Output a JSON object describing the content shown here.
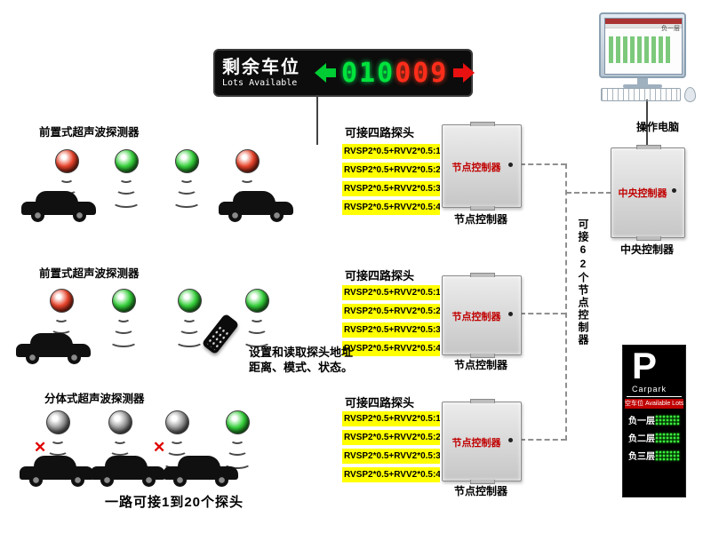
{
  "display": {
    "title": "剩余车位",
    "subtitle": "Lots Available",
    "digits_green": "010",
    "digits_red": "009"
  },
  "computer": {
    "caption": "操作电脑",
    "screen_note": "负一层"
  },
  "central_controller": {
    "label": "中央控制器"
  },
  "node_controller": {
    "label": "节点控制器"
  },
  "probe_groups": [
    {
      "header": "可接四路探头",
      "rows": [
        "RVSP2*0.5+RVV2*0.5:1",
        "RVSP2*0.5+RVV2*0.5:2",
        "RVSP2*0.5+RVV2*0.5:3",
        "RVSP2*0.5+RVV2*0.5:4"
      ]
    },
    {
      "header": "可接四路探头",
      "rows": [
        "RVSP2*0.5+RVV2*0.5:1",
        "RVSP2*0.5+RVV2*0.5:2",
        "RVSP2*0.5+RVV2*0.5:3",
        "RVSP2*0.5+RVV2*0.5:4"
      ]
    },
    {
      "header": "可接四路探头",
      "rows": [
        "RVSP2*0.5+RVV2*0.5:1",
        "RVSP2*0.5+RVV2*0.5:2",
        "RVSP2*0.5+RVV2*0.5:3",
        "RVSP2*0.5+RVV2*0.5:4"
      ]
    }
  ],
  "detector_rows": [
    {
      "label": "前置式超声波探测器",
      "sensor_states": [
        "red",
        "green",
        "green",
        "red"
      ]
    },
    {
      "label": "前置式超声波探测器",
      "sensor_states": [
        "red",
        "green",
        "green",
        "green"
      ],
      "note_line1": "设置和读取探头地址",
      "note_line2": "距离、模式、状态。"
    },
    {
      "label": "分体式超声波探测器",
      "sensor_states": [
        "gray+x",
        "gray",
        "gray+x",
        "green"
      ]
    }
  ],
  "bus_label": "可接62个节点控制器",
  "bottom_note": "一路可接1到20个探头",
  "parking_sign": {
    "letter": "P",
    "name": "Carpark",
    "bar": "空车位 Available Lots",
    "floors": [
      "负一层",
      "负二层",
      "负三层"
    ]
  },
  "icons": {
    "cross": "✕"
  },
  "colors": {
    "led_green": "#00e33c",
    "led_red": "#ff2d1a",
    "highlight_yellow": "#ffff00",
    "controller_text_red": "#cc0000"
  }
}
